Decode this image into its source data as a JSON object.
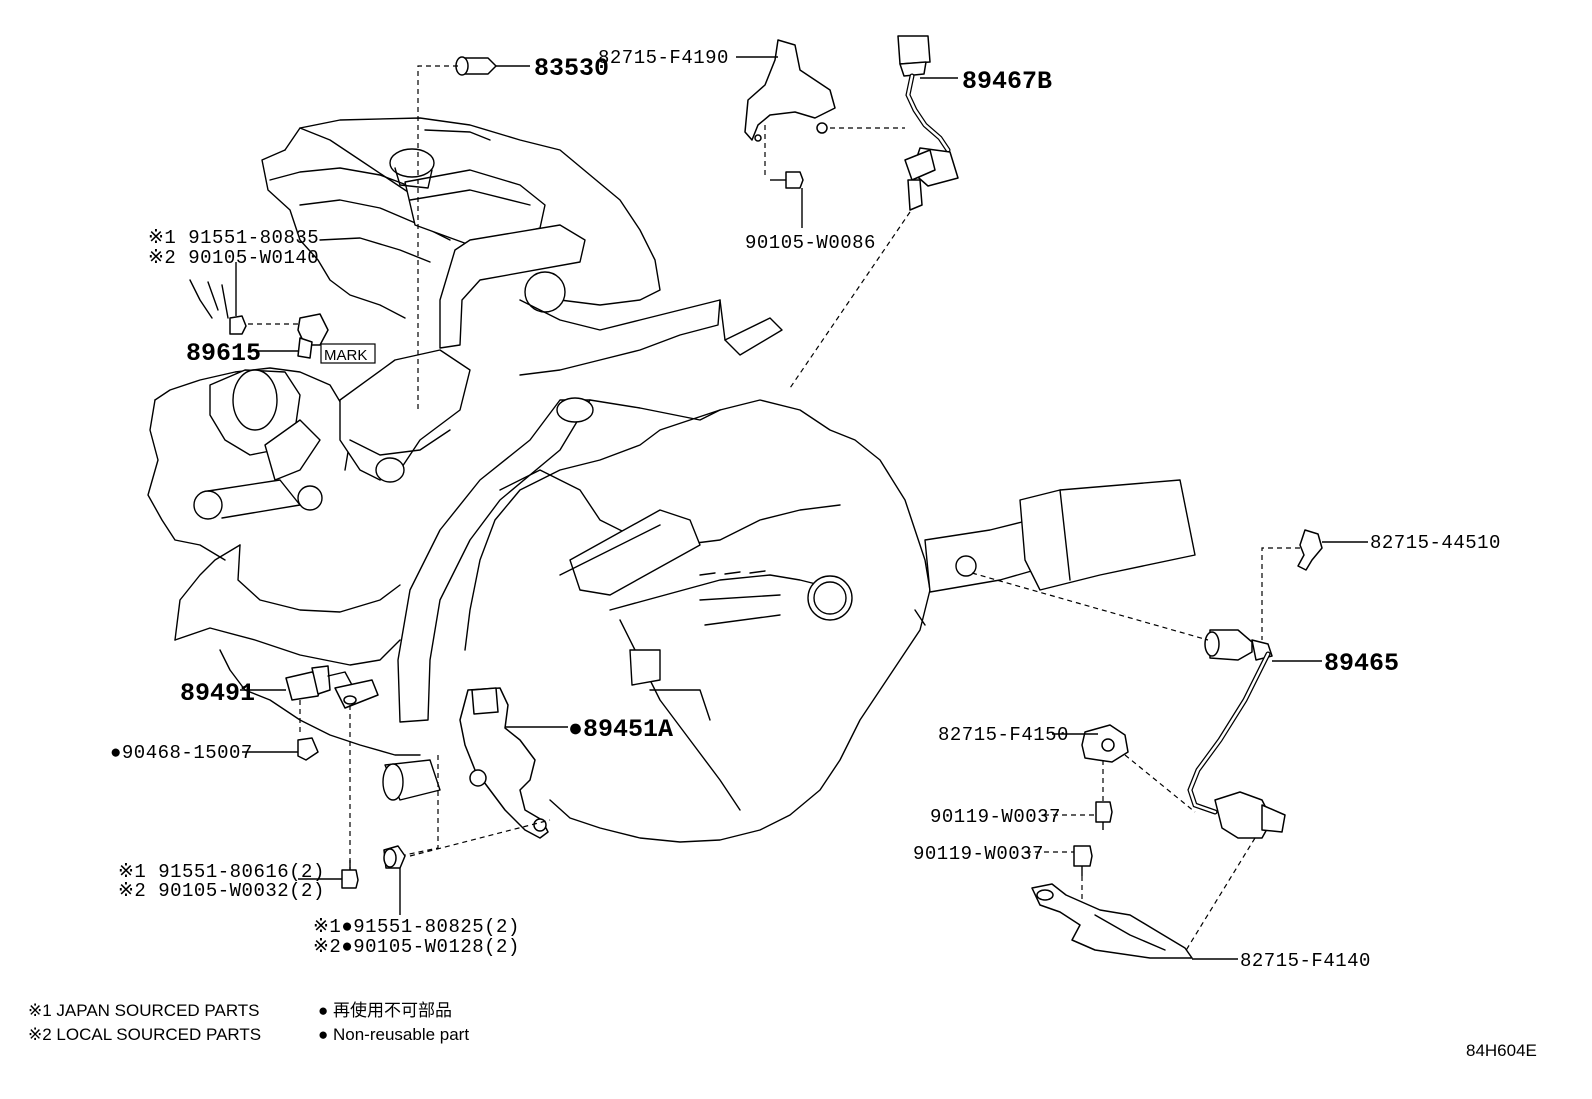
{
  "diagram_code": "84H604E",
  "mark_label": "MARK",
  "parts": {
    "p83530": "83530",
    "p82715_F4190": "82715-F4190",
    "p89467B": "89467B",
    "p90105_W0086": "90105-W0086",
    "p91551_80835": "※1 91551-80835",
    "p90105_W0140": "※2 90105-W0140",
    "p89615": "89615",
    "p82715_44510": "82715-44510",
    "p89465": "89465",
    "p89491": "89491",
    "p89451A": "●89451A",
    "p90468_15007": "●90468-15007",
    "p82715_F4150": "82715-F4150",
    "p90119_W0037_a": "90119-W0037",
    "p90119_W0037_b": "90119-W0037",
    "p91551_80616": "※1 91551-80616(2)",
    "p90105_W0032": "※2 90105-W0032(2)",
    "p91551_80825": "※1●91551-80825(2)",
    "p90105_W0128": "※2●90105-W0128(2)",
    "p82715_F4140": "82715-F4140"
  },
  "legend": {
    "note1": "※1 JAPAN SOURCED PARTS",
    "note2": "※2 LOCAL SOURCED PARTS",
    "note3": "● 再使用不可部品",
    "note4": "● Non-reusable part"
  }
}
